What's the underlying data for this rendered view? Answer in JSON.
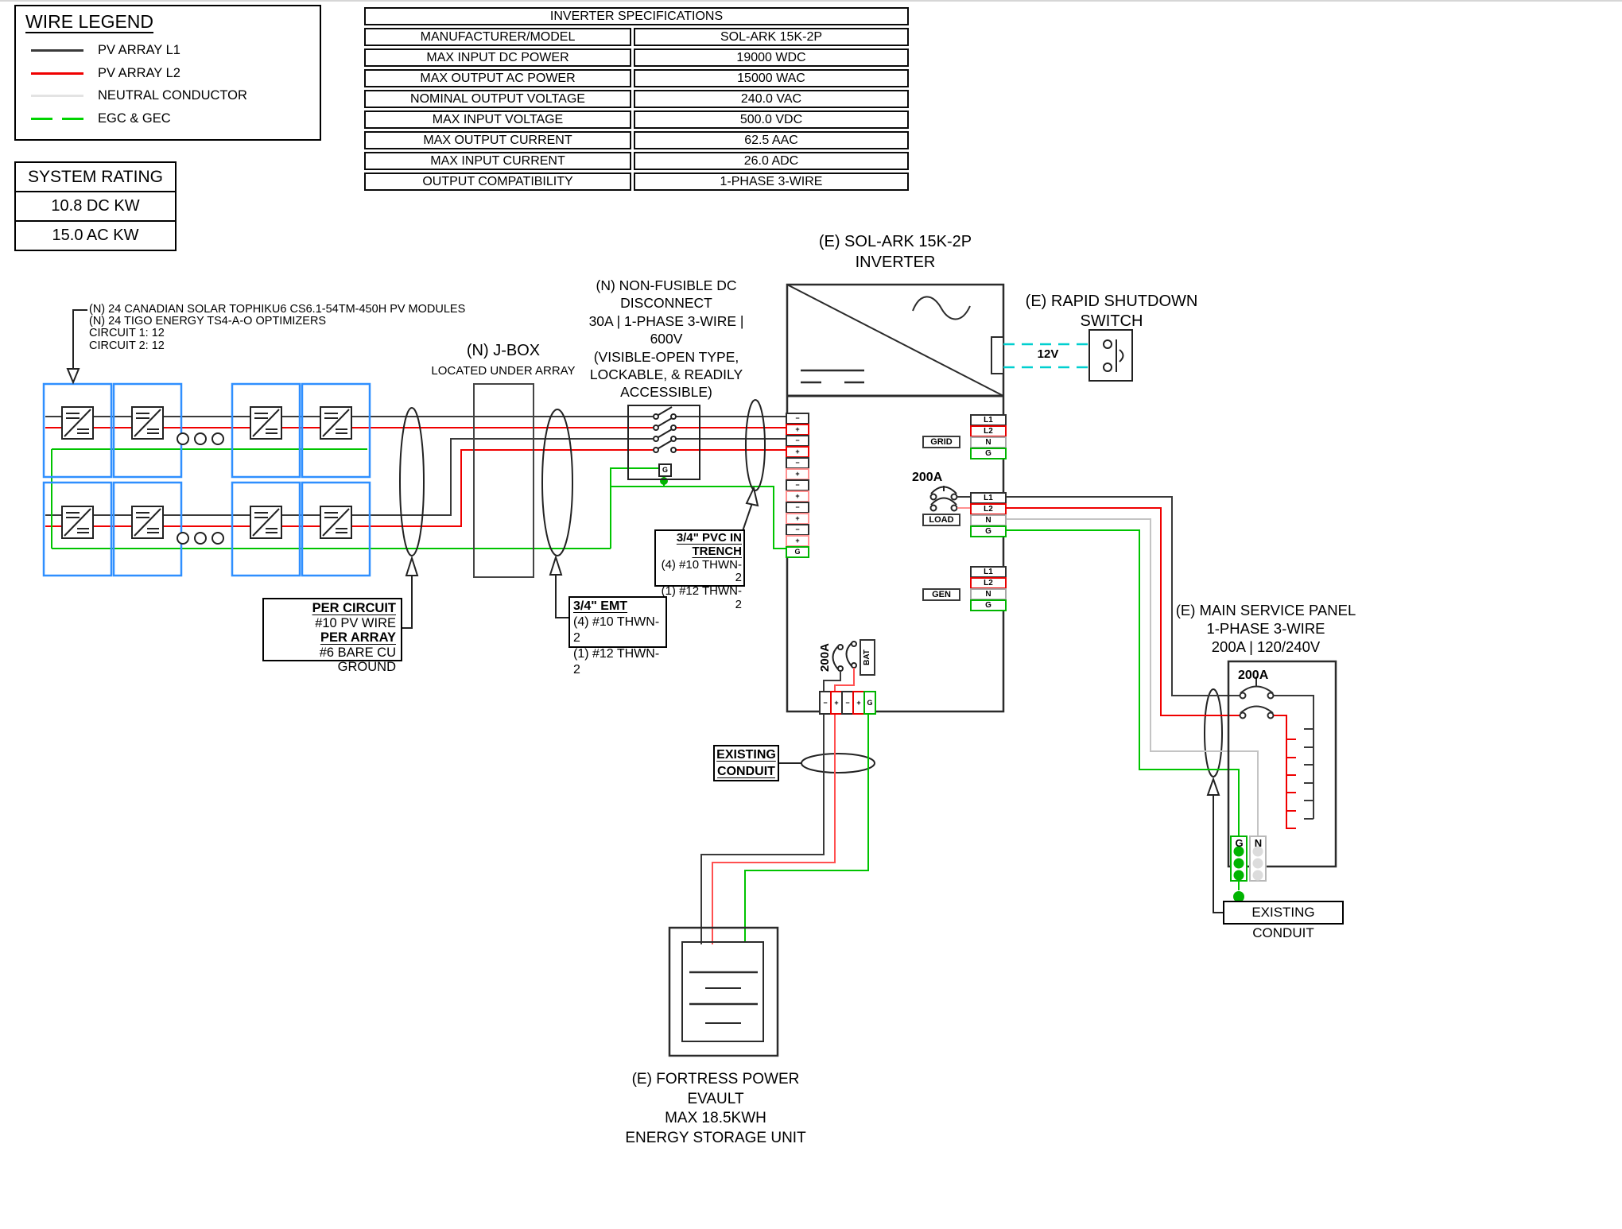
{
  "colors": {
    "pv_l1_black": "#3a3a3a",
    "pv_l2_red": "#f00000",
    "neutral_gray": "#d9d9d9",
    "ground_green": "#00c400",
    "rsd_signal_cyan": "#00cfcf",
    "pv_module_blue": "#2f8fff"
  },
  "legend": {
    "title": "WIRE LEGEND",
    "items": [
      "PV ARRAY L1",
      "PV ARRAY L2",
      "NEUTRAL CONDUCTOR",
      "EGC & GEC"
    ]
  },
  "system_rating": {
    "title": "SYSTEM RATING",
    "dc_rating": "10.8 DC KW",
    "ac_rating": "15.0 AC KW"
  },
  "inverter_specs": {
    "title": "INVERTER SPECIFICATIONS",
    "rows": [
      {
        "label": "MANUFACTURER/MODEL",
        "value": "SOL-ARK 15K-2P"
      },
      {
        "label": "MAX INPUT DC POWER",
        "value": "19000 WDC"
      },
      {
        "label": "MAX OUTPUT AC POWER",
        "value": "15000 WAC"
      },
      {
        "label": "NOMINAL OUTPUT VOLTAGE",
        "value": "240.0 VAC"
      },
      {
        "label": "MAX INPUT VOLTAGE",
        "value": "500.0 VDC"
      },
      {
        "label": "MAX OUTPUT CURRENT",
        "value": "62.5 AAC"
      },
      {
        "label": "MAX INPUT CURRENT",
        "value": "26.0 ADC"
      },
      {
        "label": "OUTPUT COMPATIBILITY",
        "value": "1-PHASE 3-WIRE"
      }
    ]
  },
  "array_note": {
    "line1": "(N) 24 CANADIAN SOLAR TOPHIKU6 CS6.1-54TM-450H PV MODULES",
    "line2": "(N) 24 TIGO ENERGY TS4-A-O OPTIMIZERS",
    "line3": "CIRCUIT 1: 12",
    "line4": "CIRCUIT 2: 12"
  },
  "jbox": {
    "title": "(N) J-BOX",
    "subtitle": "LOCATED UNDER ARRAY"
  },
  "disconnect": {
    "line1": "(N) NON-FUSIBLE DC",
    "line2": "DISCONNECT",
    "line3": "30A | 1-PHASE 3-WIRE |",
    "line4": "600V",
    "line5": "(VISIBLE-OPEN TYPE,",
    "line6": "LOCKABLE, & READILY",
    "line7": "ACCESSIBLE)",
    "ground": "G"
  },
  "wire_labels": {
    "per_circuit_title": "PER CIRCUIT",
    "per_circuit_wire": "#10 PV WIRE",
    "per_array_title": "PER ARRAY",
    "per_array_wire": "#6 BARE CU GROUND",
    "emt_title": "3/4\" EMT",
    "emt_line1": "(4) #10 THWN-2",
    "emt_line2": "(1) #12 THWN-2",
    "pvc_title1": "3/4\" PVC IN",
    "pvc_title2": "TRENCH",
    "pvc_line1": "(4) #10 THWN-2",
    "pvc_line2": "(1) #12 THWN-2",
    "existing_conduit_word1": "EXISTING",
    "existing_conduit_word2": "CONDUIT",
    "existing_conduit": "EXISTING CONDUIT"
  },
  "inverter": {
    "title1": "(E) SOL-ARK 15K-2P",
    "title2": "INVERTER",
    "dc_terminals": [
      "−",
      "+",
      "−",
      "+",
      "−",
      "+",
      "−",
      "+",
      "−",
      "+",
      "−",
      "+",
      "G"
    ],
    "grid_label": "GRID",
    "load_label": "LOAD",
    "gen_label": "GEN",
    "grid_terminals": [
      "L1",
      "L2",
      "N",
      "G"
    ],
    "load_terminals": [
      "L1",
      "L2",
      "N",
      "G"
    ],
    "gen_terminals": [
      "L1",
      "L2",
      "N",
      "G"
    ],
    "load_breaker": "200A",
    "bat_breaker": "200A",
    "bat_label": "BAT",
    "bat_terminals": [
      "−",
      "+",
      "−",
      "+",
      "G"
    ]
  },
  "rsd": {
    "title1": "(E) RAPID SHUTDOWN",
    "title2": "SWITCH",
    "voltage": "12V"
  },
  "panel": {
    "title1": "(E) MAIN SERVICE PANEL",
    "title2": "1-PHASE 3-WIRE",
    "title3": "200A | 120/240V",
    "breaker": "200A",
    "ground_bus": "G",
    "neutral_bus": "N"
  },
  "battery": {
    "title1": "(E) FORTRESS POWER EVAULT",
    "title2": "MAX 18.5KWH",
    "title3": "ENERGY STORAGE UNIT"
  }
}
